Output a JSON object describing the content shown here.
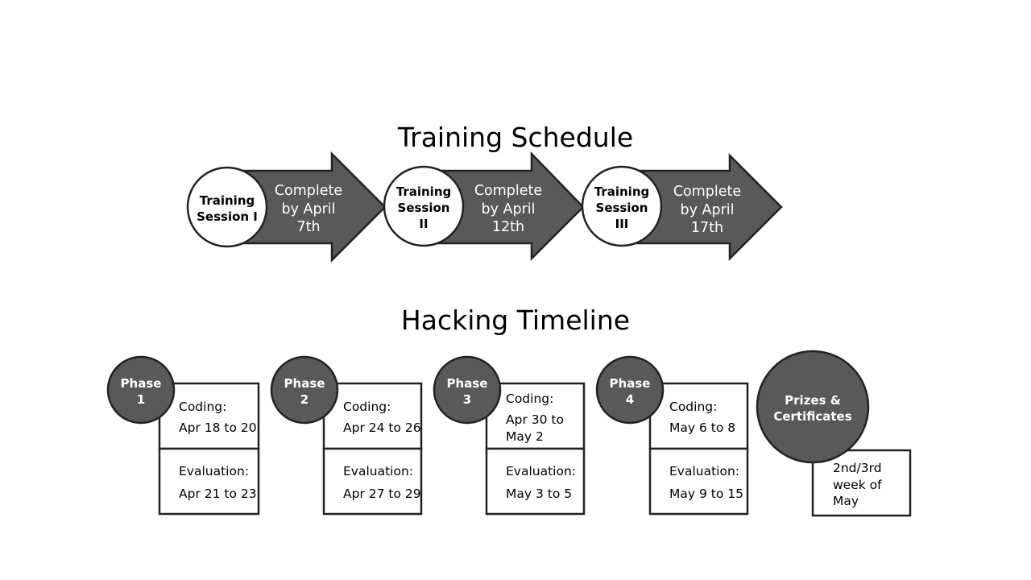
{
  "training": {
    "title": "Training Schedule",
    "sessions": [
      {
        "circle_line1": "Training",
        "circle_line2": "Session I",
        "circle_line3": "",
        "arrow_line1": "Complete",
        "arrow_line2": "by April",
        "arrow_line3": "7th"
      },
      {
        "circle_line1": "Training",
        "circle_line2": "Session",
        "circle_line3": "II",
        "arrow_line1": "Complete",
        "arrow_line2": "by April",
        "arrow_line3": "12th"
      },
      {
        "circle_line1": "Training",
        "circle_line2": "Session",
        "circle_line3": "III",
        "arrow_line1": "Complete",
        "arrow_line2": "by April",
        "arrow_line3": "17th"
      }
    ]
  },
  "hacking": {
    "title": "Hacking Timeline",
    "phases": [
      {
        "label_line1": "Phase",
        "label_line2": "1",
        "coding_label": "Coding:",
        "coding_line1": "Apr 18 to 20",
        "coding_line2": "",
        "eval_label": "Evaluation:",
        "eval_value": "Apr 21 to 23"
      },
      {
        "label_line1": "Phase",
        "label_line2": "2",
        "coding_label": "Coding:",
        "coding_line1": "Apr 24 to 26",
        "coding_line2": "",
        "eval_label": "Evaluation:",
        "eval_value": "Apr 27 to 29"
      },
      {
        "label_line1": "Phase",
        "label_line2": "3",
        "coding_label": "Coding:",
        "coding_line1": "Apr 30 to",
        "coding_line2": "May 2",
        "eval_label": "Evaluation:",
        "eval_value": "May 3 to 5"
      },
      {
        "label_line1": "Phase",
        "label_line2": "4",
        "coding_label": "Coding:",
        "coding_line1": "May 6 to 8",
        "coding_line2": "",
        "eval_label": "Evaluation:",
        "eval_value": "May 9 to 15"
      }
    ],
    "final": {
      "label_line1": "Prizes &",
      "label_line2": "Certificates",
      "box_line1": "2nd/3rd",
      "box_line2": "week of",
      "box_line3": "May"
    }
  },
  "colors": {
    "shape_fill": "#595959",
    "outline": "#222222",
    "background": "#ffffff"
  }
}
